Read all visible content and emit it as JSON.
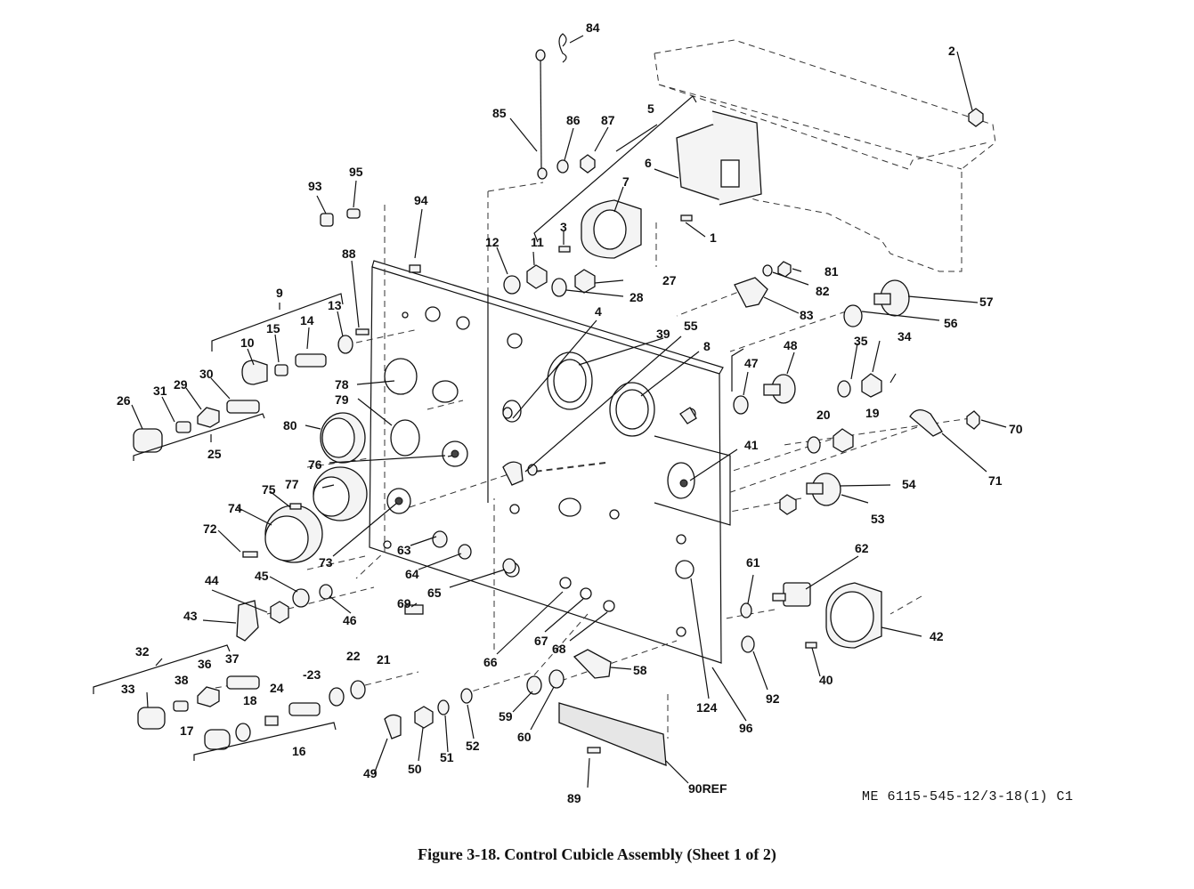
{
  "figure": {
    "caption": "Figure 3-18.  Control Cubicle Assembly (Sheet 1 of 2)",
    "drawing_id": "ME 6115-545-12/3-18(1) C1"
  },
  "callouts": [
    "1",
    "2",
    "3",
    "4",
    "5",
    "6",
    "7",
    "8",
    "9",
    "10",
    "11",
    "12",
    "13",
    "14",
    "15",
    "16",
    "17",
    "18",
    "19",
    "20",
    "21",
    "22",
    "-23",
    "24",
    "25",
    "26",
    "27",
    "28",
    "29",
    "30",
    "31",
    "32",
    "33",
    "34",
    "35",
    "36",
    "37",
    "38",
    "39",
    "40",
    "41",
    "42",
    "43",
    "44",
    "45",
    "46",
    "47",
    "48",
    "49",
    "50",
    "51",
    "52",
    "53",
    "54",
    "55",
    "56",
    "57",
    "58",
    "59",
    "60",
    "61",
    "62",
    "63",
    "64",
    "65",
    "66",
    "67",
    "68",
    "69",
    "70",
    "71",
    "72",
    "73",
    "74",
    "75",
    "76",
    "77",
    "78",
    "79",
    "80",
    "81",
    "82",
    "83",
    "84",
    "85",
    "86",
    "87",
    "88",
    "89",
    "90REF",
    "92",
    "93",
    "94",
    "95",
    "96",
    "124"
  ]
}
